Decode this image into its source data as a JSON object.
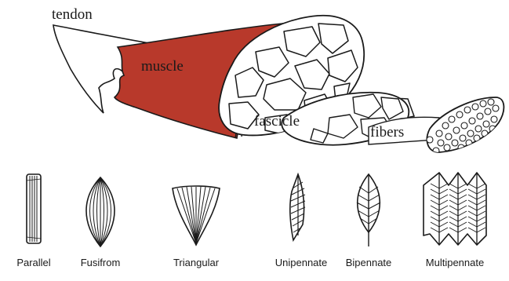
{
  "anatomy": {
    "labels": {
      "tendon": "tendon",
      "muscle": "muscle",
      "fascicle": "fascicle",
      "fibers": "fibers"
    },
    "colors": {
      "muscle": "#b8392b",
      "outline": "#1a1a1a",
      "background": "#ffffff"
    }
  },
  "shapes": {
    "labels": [
      "Parallel",
      "Fusifrom",
      "Triangular",
      "Unipennate",
      "Bipennate",
      "Multipennate"
    ]
  }
}
